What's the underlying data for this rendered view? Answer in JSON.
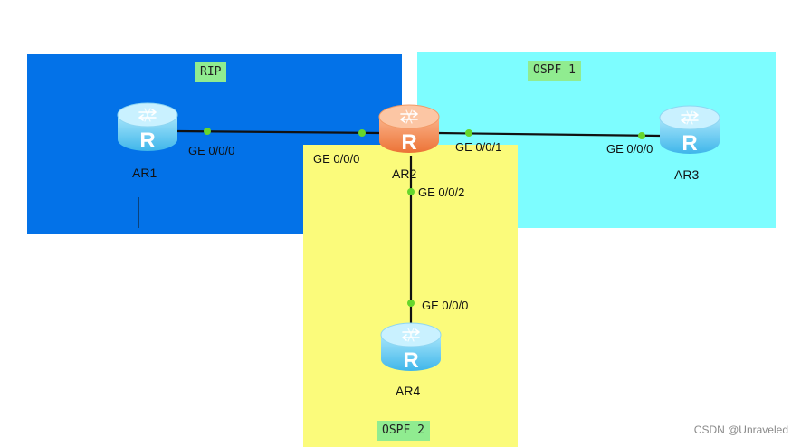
{
  "areas": {
    "rip": {
      "label": "RIP",
      "color": "#0372e8"
    },
    "ospf1": {
      "label": "OSPF 1",
      "color": "#7dfdff"
    },
    "ospf2": {
      "label": "OSPF 2",
      "color": "#fbfb7b"
    }
  },
  "routers": {
    "ar1": {
      "name": "AR1",
      "color": "#5cc8f0",
      "icon": "router-icon"
    },
    "ar2": {
      "name": "AR2",
      "color": "#f0854a",
      "icon": "router-icon"
    },
    "ar3": {
      "name": "AR3",
      "color": "#5cc8f0",
      "icon": "router-icon"
    },
    "ar4": {
      "name": "AR4",
      "color": "#5cc8f0",
      "icon": "router-icon"
    }
  },
  "ports": {
    "ar1_ge000": "GE 0/0/0",
    "ar2_ge000": "GE 0/0/0",
    "ar2_ge001": "GE 0/0/1",
    "ar2_ge002": "GE 0/0/2",
    "ar3_ge000": "GE 0/0/0",
    "ar4_ge000": "GE 0/0/0"
  },
  "links": [
    {
      "from": "AR1 GE 0/0/0",
      "to": "AR2 GE 0/0/0"
    },
    {
      "from": "AR2 GE 0/0/1",
      "to": "AR3 GE 0/0/0"
    },
    {
      "from": "AR2 GE 0/0/2",
      "to": "AR4 GE 0/0/0"
    }
  ],
  "watermark": "CSDN @Unraveled"
}
